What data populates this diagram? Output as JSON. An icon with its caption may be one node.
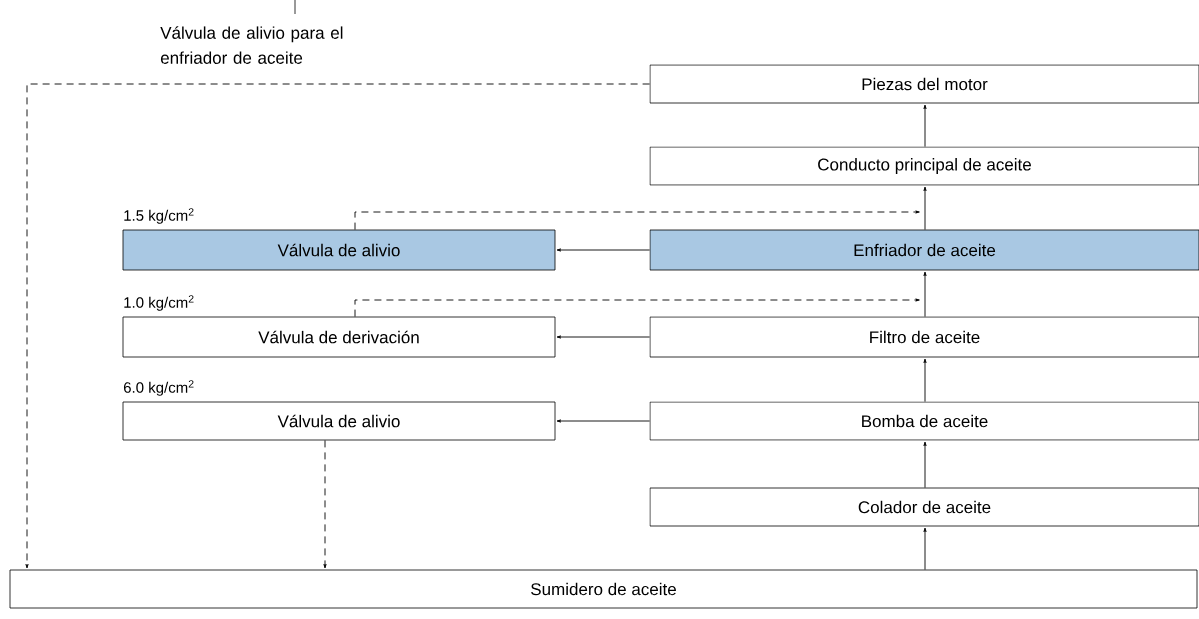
{
  "diagram": {
    "nodes": [
      {
        "text": [
          "Piezas del motor"
        ]
      },
      {
        "text": [
          "Conducto principal de aceite"
        ]
      },
      {
        "text": [
          "Válvula de alivio"
        ],
        "beside": [
          "1.5 kg/cm$^{2}$"
        ]
      },
      {
        "text": [
          "Enfriador de aceite"
        ]
      },
      {
        "text": [
          "Válvula de derivación"
        ],
        "beside": [
          "1.0 kg/cm$^{2}$"
        ]
      },
      {
        "text": [
          "Filtro de aceite"
        ]
      },
      {
        "text": [
          "Válvula de alivio"
        ],
        "beside": [
          "6.0 kg/cm$^{2}$"
        ]
      },
      {
        "text": [
          "Bomba de aceite"
        ]
      },
      {
        "text": [
          "Colador de aceite"
        ]
      },
      {
        "text": [
          "Sumidero de aceite"
        ]
      }
    ],
    "edges": [
      {
        "from": 9,
        "to": 8,
        "arrow": "to"
      },
      {
        "from": 8,
        "to": 7,
        "arrow": "to"
      },
      {
        "from": 7,
        "to": 5,
        "arrow": "to"
      },
      {
        "from": 5,
        "to": 3,
        "arrow": "to"
      },
      {
        "from": 3,
        "to": 1,
        "arrow": "to"
      },
      {
        "from": 1,
        "to": 0,
        "arrow": "to"
      },
      {
        "from": 7,
        "to": 6,
        "arrow": "to"
      },
      {
        "from": 5,
        "to": 4,
        "arrow": "to"
      },
      {
        "from": 3,
        "to": 2,
        "arrow": "to"
      },
      {
        "from": 4,
        "to": null,
        "arrow": "to",
        "style": "dashed"
      },
      {
        "from": 2,
        "to": null,
        "arrow": "to",
        "style": "dashed"
      },
      {
        "from": 6,
        "to": 9,
        "arrow": "to",
        "style": "dashed"
      },
      {
        "from": 0,
        "to": 9,
        "arrow": "to",
        "style": "dashed"
      }
    ],
    "labels": [
      "Válvula de alivio para el enfriador de aceite"
    ]
  }
}
